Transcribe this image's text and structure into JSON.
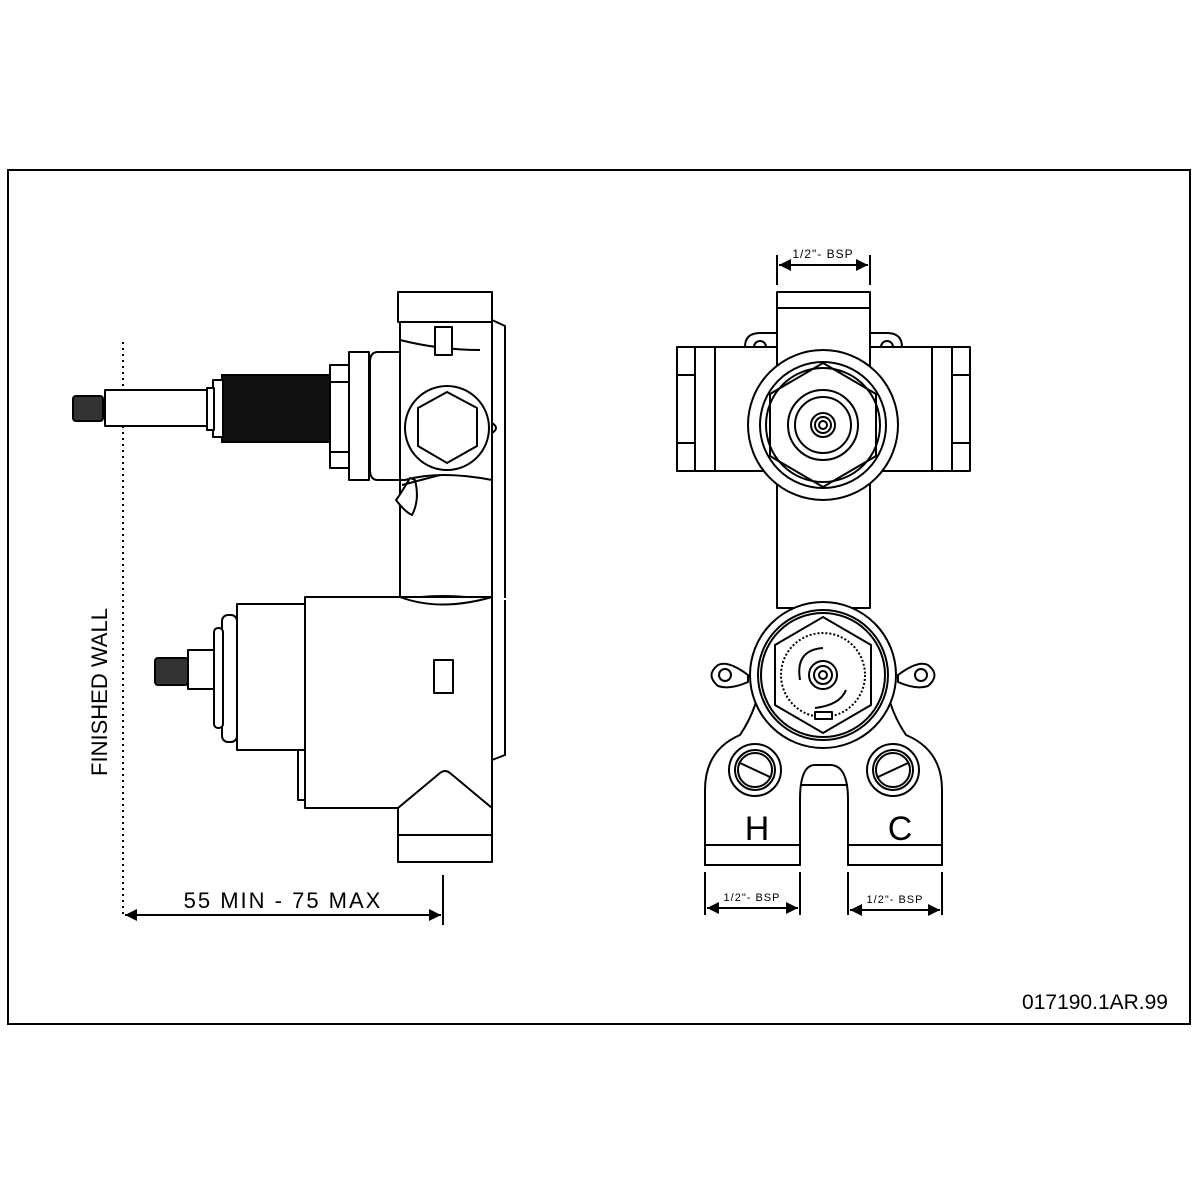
{
  "drawing": {
    "side_view": {
      "wall_label": "FINISHED WALL",
      "depth_dimension": "55 MIN - 75 MAX"
    },
    "front_view": {
      "top_connection": "1/2\"- BSP",
      "hot_label": "H",
      "cold_label": "C",
      "hot_connection": "1/2\"- BSP",
      "cold_connection": "1/2\"- BSP"
    },
    "drawing_number": "017190.1AR.99"
  }
}
